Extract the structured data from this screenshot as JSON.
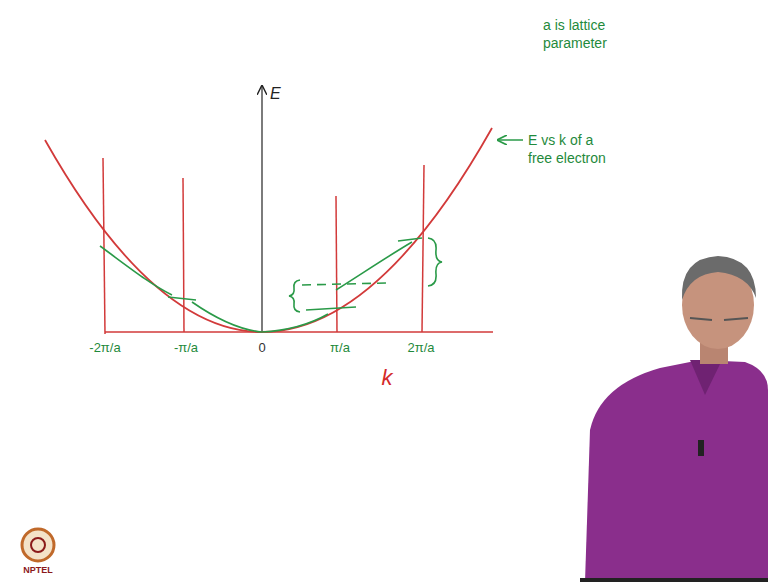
{
  "diagram": {
    "labels": [
      "E",
      "-2π/a",
      "-π/a",
      "0",
      "π/a",
      "2π/a",
      "k",
      "a is lattice parameter",
      "E vs k of a free electron",
      "NPTEL"
    ]
  }
}
